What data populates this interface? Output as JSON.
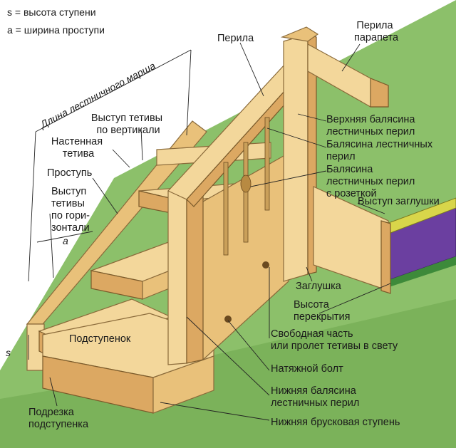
{
  "legend": {
    "s_line": "s = высота ступени",
    "a_line": "a = ширина проступи"
  },
  "dims": {
    "run_length": "Длина лестничного марша",
    "a": "a",
    "s": "s"
  },
  "labels": {
    "handrail": "Перила",
    "parapet": [
      "Перила",
      "парапета"
    ],
    "stringer_vert": [
      "Выступ тетивы",
      "по вертикали"
    ],
    "wall_stringer": [
      "Настенная",
      "тетива"
    ],
    "tread": "Проступь",
    "stringer_horiz": [
      "Выступ",
      "тетивы",
      "по гори-",
      "зонтали"
    ],
    "riser": "Подступенок",
    "riser_cut": [
      "Подрезка",
      "подступенка"
    ],
    "top_newel": [
      "Верхняя балясина",
      "лестничных перил"
    ],
    "baluster": [
      "Балясина лестничных",
      "перил"
    ],
    "baluster_rosette": [
      "Балясина",
      "лестничных перил",
      "с розеткой"
    ],
    "cap_projection": "Выступ заглушки",
    "cap": "Заглушка",
    "floor_height": [
      "Высота",
      "перекрытия"
    ],
    "free_span": [
      "Свободная часть",
      "или пролет тетивы в свету"
    ],
    "tension_bolt": "Натяжной болт",
    "bottom_newel": [
      "Нижняя балясина",
      "лестничных перил"
    ],
    "bottom_step": "Нижняя брусковая ступень"
  },
  "colors": {
    "ground": "#8cc06a",
    "wood_light": "#f3d79b",
    "wood_mid": "#e9c17a",
    "wood_dark": "#dca862",
    "floor_purple": "#6b3fa0",
    "floor_yellow": "#d8d64a"
  }
}
